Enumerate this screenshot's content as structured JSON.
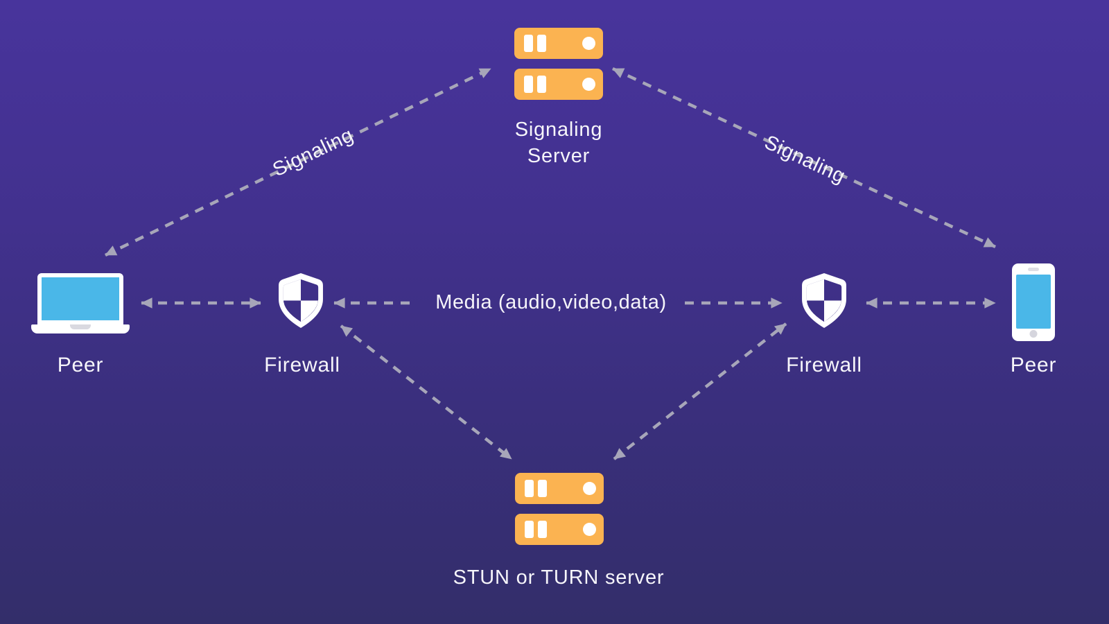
{
  "nodes": {
    "signaling_server": {
      "line1": "Signaling",
      "line2": "Server"
    },
    "stun_server": {
      "label": "STUN or TURN server"
    },
    "peer_left": {
      "label": "Peer"
    },
    "peer_right": {
      "label": "Peer"
    },
    "firewall_left": {
      "label": "Firewall"
    },
    "firewall_right": {
      "label": "Firewall"
    }
  },
  "edges": {
    "signaling_left": {
      "label": "Signaling"
    },
    "signaling_right": {
      "label": "Signaling"
    },
    "media": {
      "label": "Media (audio,video,data)"
    }
  },
  "colors": {
    "background_top": "#48349c",
    "background_bottom": "#332e6a",
    "server_orange": "#fbb351",
    "device_screen_blue": "#4ab7e8",
    "arrow_gray": "#a7a6b9",
    "icon_white": "#ffffff",
    "label_text": "#f6f5fa"
  }
}
